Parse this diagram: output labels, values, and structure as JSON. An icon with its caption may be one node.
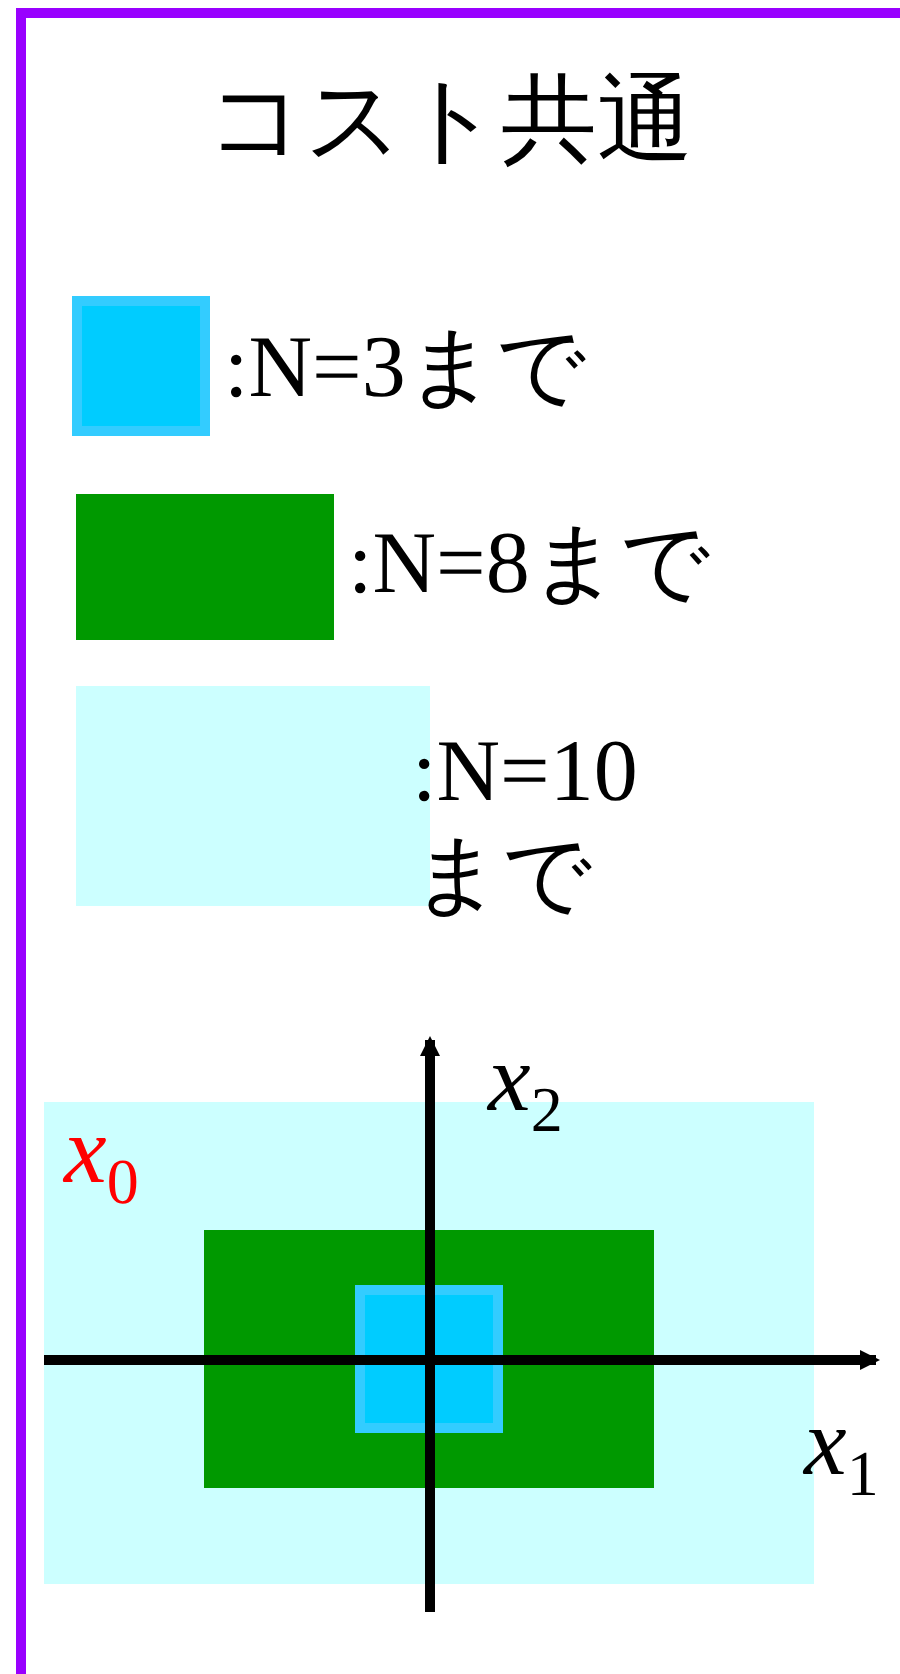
{
  "diagram": {
    "title": "コスト共通",
    "labels": [
      "*x*$_{0}$",
      "*x*$_{2}$",
      "*x*$_{1}$"
    ],
    "legend": [
      {
        "text": ":N=3まで",
        "color": "#00ccff"
      },
      {
        "text": ":N=8まで",
        "color": "#009900"
      },
      {
        "text": ":N=10まで",
        "color": "#ccffff"
      }
    ]
  }
}
